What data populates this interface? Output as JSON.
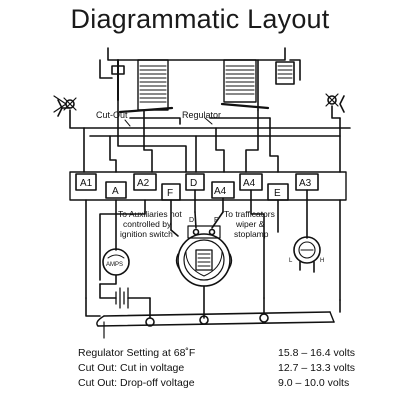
{
  "title": "Diagrammatic Layout",
  "labels": {
    "cutout": "Cut-Out",
    "regulator": "Regulator",
    "auxiliaries": [
      "To Auxiliaries not",
      "controlled by",
      "ignition switch"
    ],
    "trafficators": [
      "To trafficators",
      "wiper &",
      "stoplamp"
    ],
    "ammeter": "AMPS",
    "ign_left": "L",
    "ign_right": "H",
    "ign_dash": "—"
  },
  "terminals": [
    "A1",
    "A",
    "A2",
    "F",
    "D",
    "A4",
    "A4",
    "E",
    "A3"
  ],
  "dynamo_labels": {
    "d": "D",
    "f": "F"
  },
  "specs": [
    {
      "label": "Regulator Setting at 68˚F",
      "value": "15.8 – 16.4 volts"
    },
    {
      "label": "Cut Out: Cut in voltage",
      "value": "12.7 – 13.3 volts"
    },
    {
      "label": "Cut Out: Drop-off voltage",
      "value": "9.0 – 10.0 volts"
    }
  ]
}
